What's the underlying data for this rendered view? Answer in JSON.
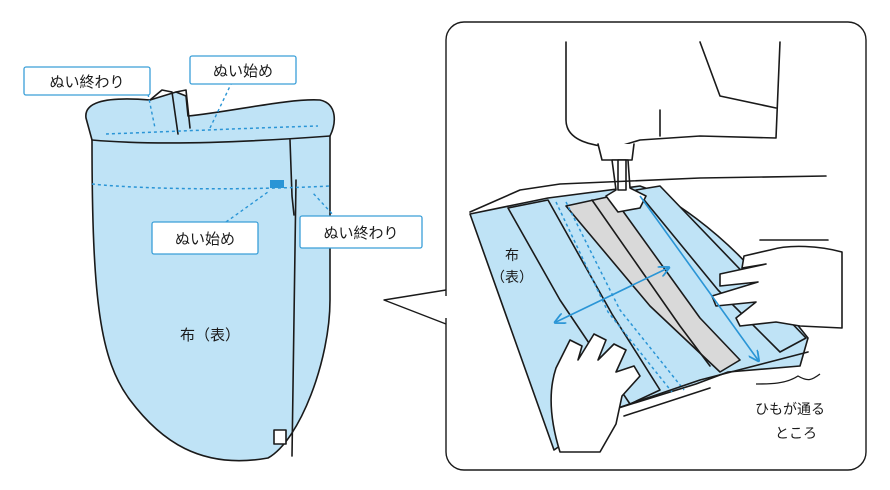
{
  "left_figure": {
    "labels": {
      "top_end": "ぬい終わり",
      "top_start": "ぬい始め",
      "mid_start": "ぬい始め",
      "mid_end": "ぬい終わり"
    },
    "fabric_label": "布（表）"
  },
  "right_panel": {
    "fabric_label_line1": "布",
    "fabric_label_line2": "（表）",
    "channel_label_line1": "ひもが通る",
    "channel_label_line2": "ところ"
  },
  "colors": {
    "fabric": "#bfe3f6",
    "accent": "#2a95d6",
    "backing": "#d9d9d9",
    "outline": "#1a1a1a"
  }
}
